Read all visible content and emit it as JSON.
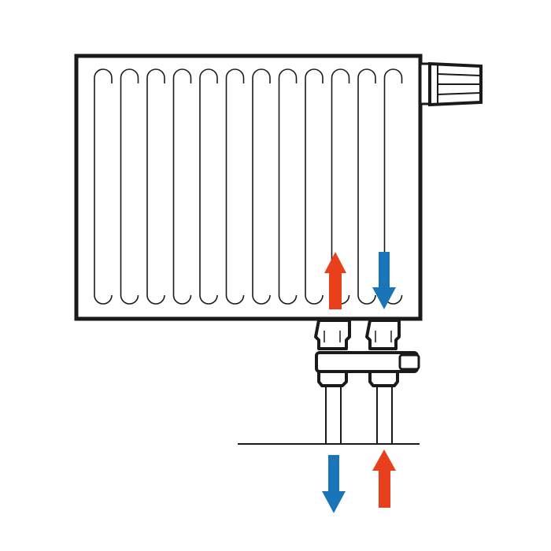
{
  "diagram": {
    "subject": "radiator-with-bottom-connection",
    "panel_columns": 12,
    "colors": {
      "outline": "#1a1a1a",
      "background": "#ffffff",
      "supply_hot": "#e8401c",
      "return_cold": "#1a75b8"
    },
    "flow": {
      "inside_left": "up",
      "inside_right": "down",
      "below_left": "down",
      "below_right": "up"
    }
  }
}
